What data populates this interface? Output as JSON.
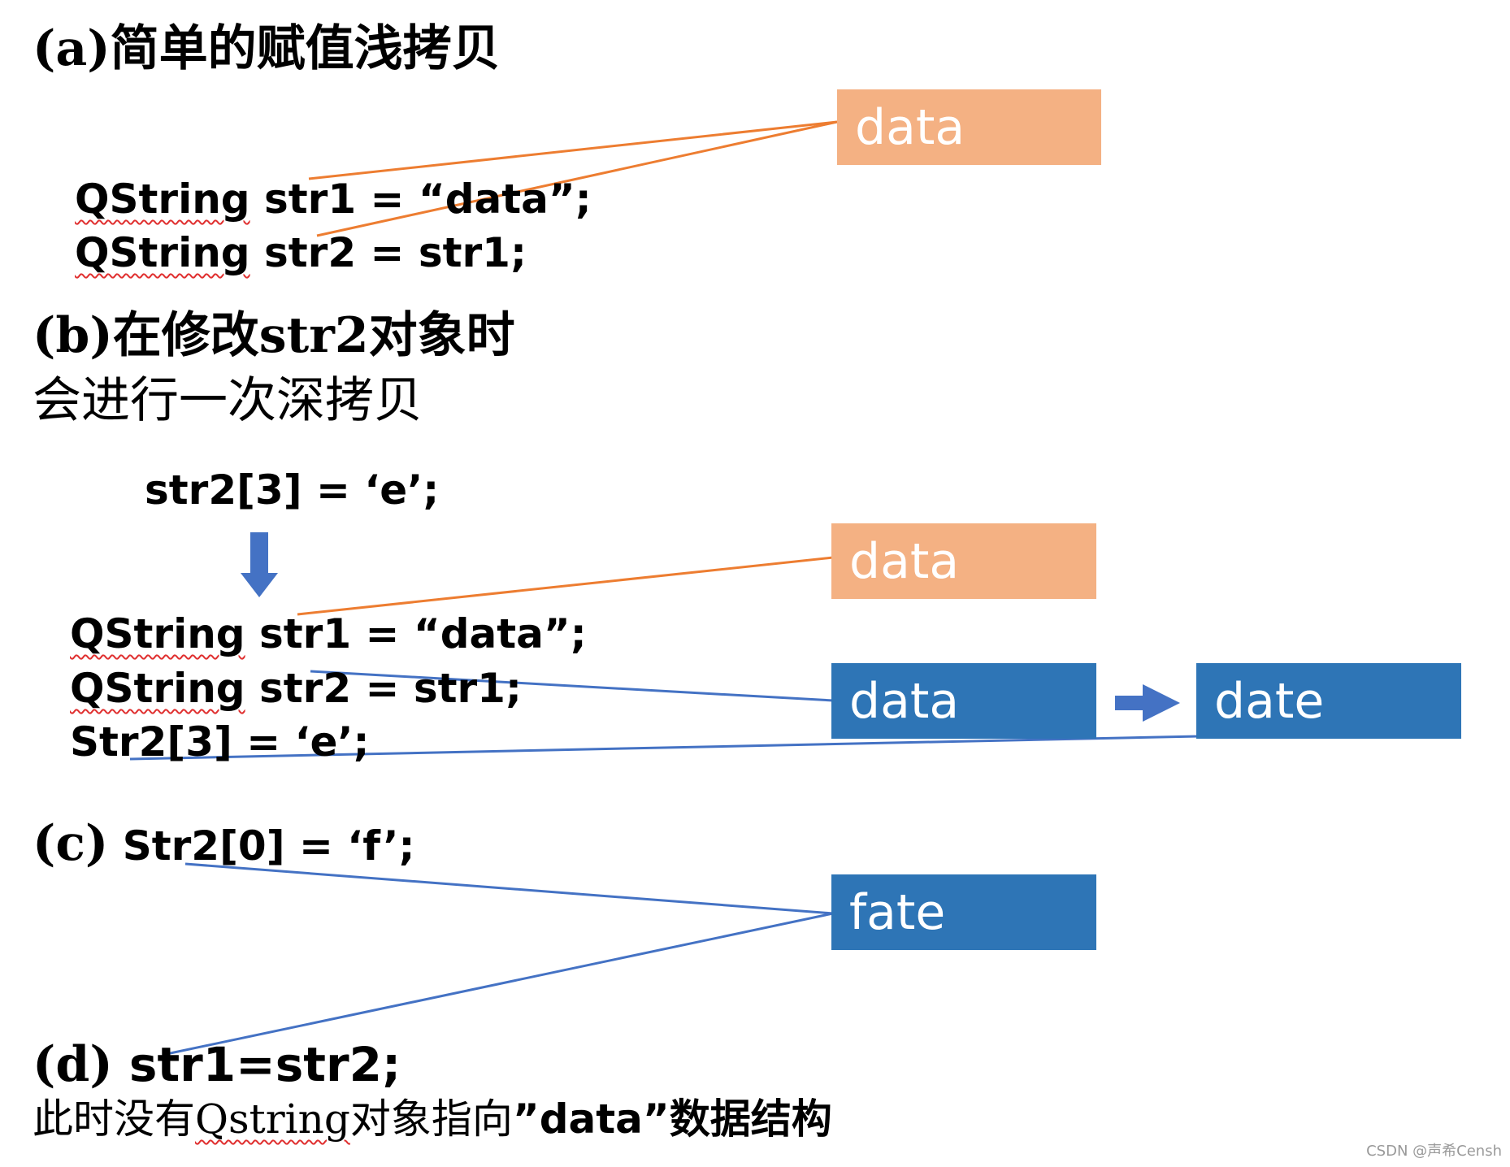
{
  "section_a": {
    "heading": "(a)简单的赋值浅拷贝",
    "line1_type": "QString",
    "line1_rest": " str1 = “data”;",
    "line2_type": "QString",
    "line2_rest": " str2 = str1;",
    "box_text": "data"
  },
  "section_b": {
    "heading_line1": "(b)在修改str2对象时",
    "heading_line2": "会进行一次深拷贝",
    "statement": "str2[3] = ‘e’;",
    "line1_type": "QString",
    "line1_rest": " str1 = “data”;",
    "line2_type": "QString",
    "line2_rest": " str2 = str1;",
    "line3": "Str2[3] = ‘e’;",
    "box_orange_text": "data",
    "box_blue_text": "data",
    "box_result_text": "date"
  },
  "section_c": {
    "label": "(c)",
    "statement": " Str2[0] = ‘f’;",
    "box_text": "fate"
  },
  "section_d": {
    "label": "(d)",
    "statement": " str1=str2;",
    "note_prefix": "此时没有",
    "note_word": "Qstring",
    "note_middle": "对象指向",
    "note_bold": "”data”",
    "note_suffix": "数据结构"
  },
  "watermark": "CSDN @声希Censh",
  "colors": {
    "orange_box": "#f4b183",
    "orange_line": "#ed7d31",
    "blue_box": "#2e75b6",
    "blue_line": "#4472c4",
    "arrow": "#4472c4"
  }
}
